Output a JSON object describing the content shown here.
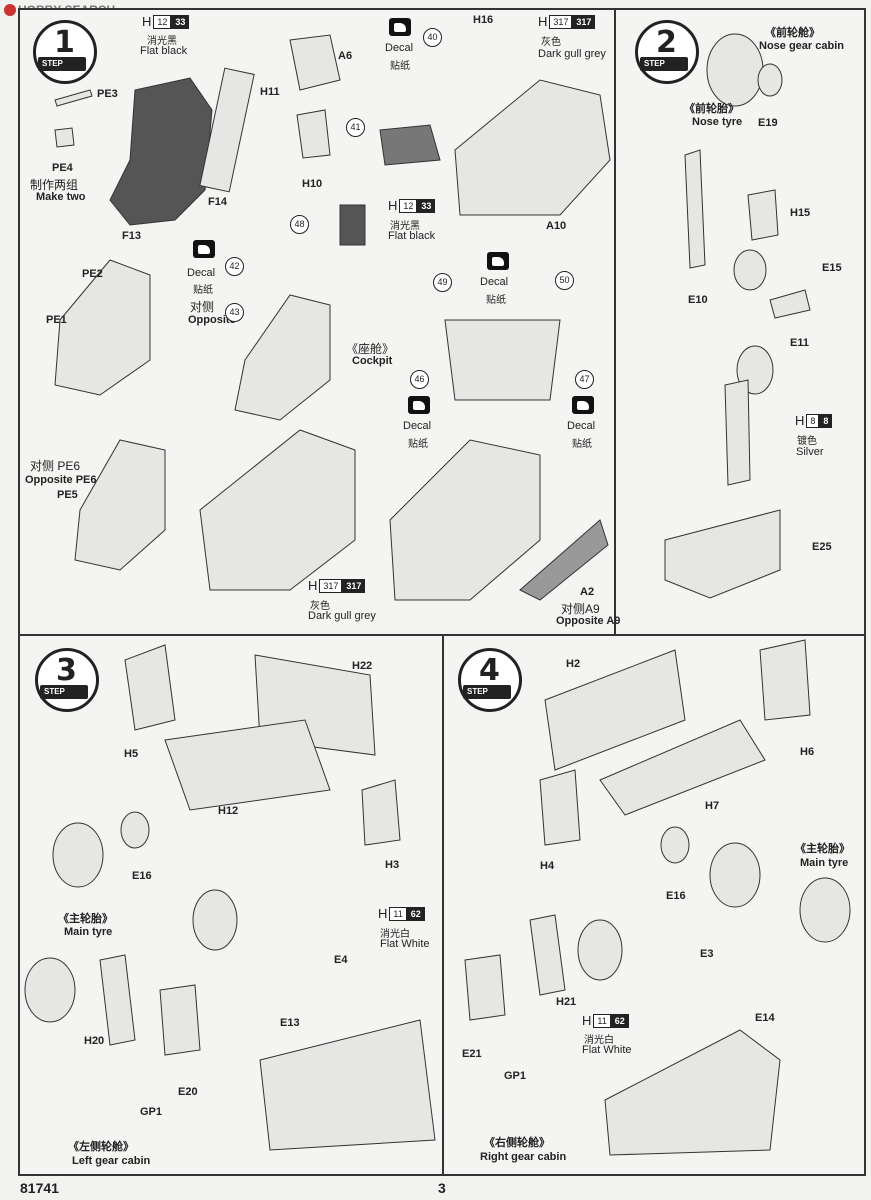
{
  "watermark": "HOBBY SEARCH",
  "footer": {
    "code": "81741",
    "page": "3"
  },
  "steps": {
    "s1": "1",
    "s2": "2",
    "s3": "3",
    "s4": "4",
    "step_word": "STEP"
  },
  "paint": {
    "flat_black": {
      "letter": "H",
      "code1": "12",
      "code2": "33",
      "cn": "消光黑",
      "en": "Flat black"
    },
    "dark_gull": {
      "letter": "H",
      "code1": "317",
      "code2": "317",
      "cn": "灰色",
      "en": "Dark gull grey"
    },
    "silver": {
      "letter": "H",
      "code1": "8",
      "code2": "8",
      "cn": "镀色",
      "en": "Silver"
    },
    "flat_white": {
      "letter": "H",
      "code1": "11",
      "code2": "62",
      "cn": "消光白",
      "en": "Flat White"
    }
  },
  "decal": {
    "en": "Decal",
    "cn": "贴纸",
    "n40": "40",
    "n41": "41",
    "n42": "42",
    "n43": "43",
    "n46": "46",
    "n47": "47",
    "n48": "48",
    "n49": "49",
    "n50": "50"
  },
  "text": {
    "make_two_cn": "制作两组",
    "make_two_en": "Make two",
    "opposite_cn": "对侧",
    "opposite_en": "Opposite",
    "opp_pe6_cn": "对侧 PE6",
    "opp_pe6_en": "Opposite PE6",
    "cockpit_cn": "《座舱》",
    "cockpit_en": "Cockpit",
    "opp_a9_cn": "对侧A9",
    "opp_a9_en": "Opposite A9",
    "nose_cabin_cn": "《前轮舱》",
    "nose_cabin_en": "Nose gear cabin",
    "nose_tyre_cn": "《前轮胎》",
    "nose_tyre_en": "Nose tyre",
    "main_tyre_cn": "《主轮胎》",
    "main_tyre_en": "Main tyre",
    "left_cabin_cn": "《左侧轮舱》",
    "left_cabin_en": "Left gear cabin",
    "right_cabin_cn": "《右侧轮舱》",
    "right_cabin_en": "Right gear cabin"
  },
  "parts": {
    "pe3": "PE3",
    "pe4": "PE4",
    "f13": "F13",
    "f14": "F14",
    "h11": "H11",
    "a6": "A6",
    "h10": "H10",
    "h16": "H16",
    "a10": "A10",
    "pe2": "PE2",
    "pe1": "PE1",
    "pe5": "PE5",
    "a2": "A2",
    "e19": "E19",
    "h15": "H15",
    "e15": "E15",
    "e10": "E10",
    "e11": "E11",
    "e25": "E25",
    "h22": "H22",
    "h5": "H5",
    "h12": "H12",
    "h3": "H3",
    "e16": "E16",
    "e4": "E4",
    "e13": "E13",
    "h20": "H20",
    "e20": "E20",
    "gp1": "GP1",
    "h2": "H2",
    "h6": "H6",
    "h7": "H7",
    "h4": "H4",
    "e3": "E3",
    "e14": "E14",
    "h21": "H21",
    "e21": "E21"
  }
}
